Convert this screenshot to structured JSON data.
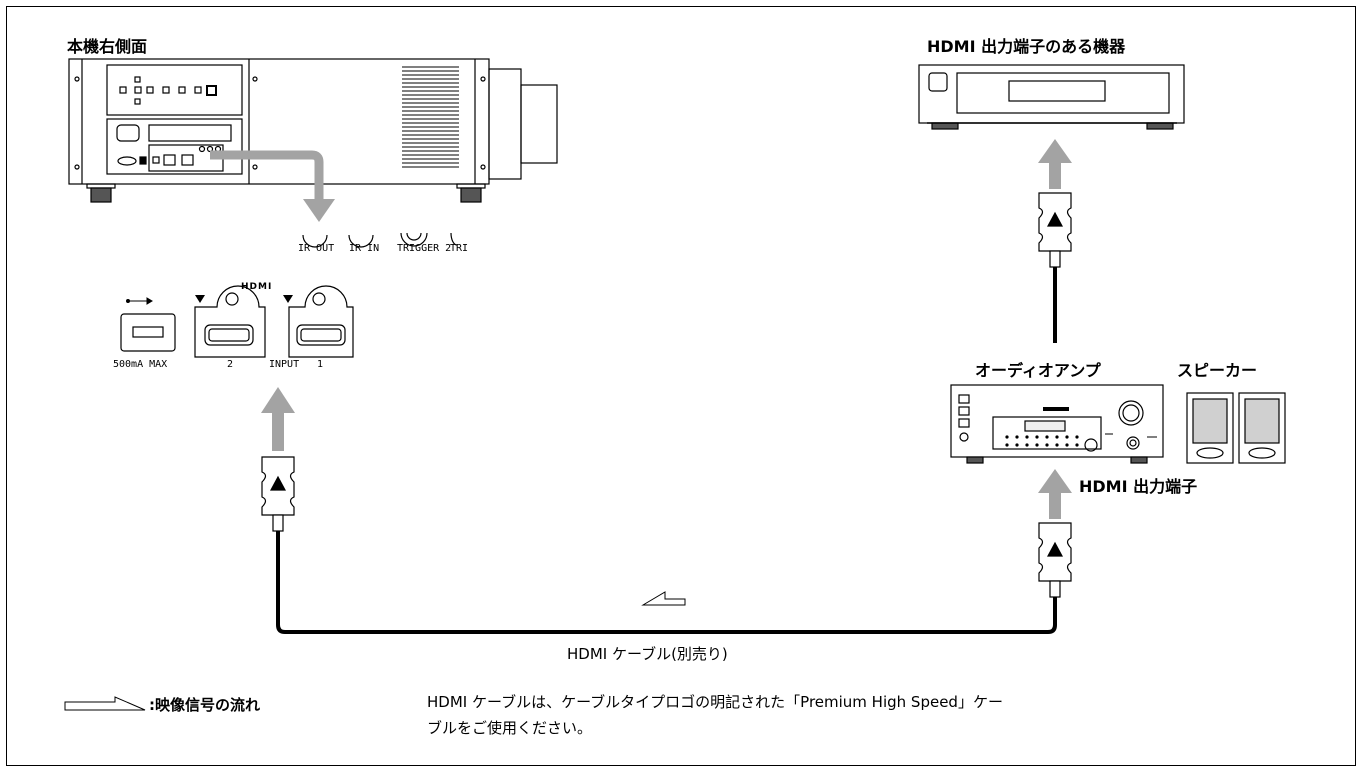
{
  "labels": {
    "projector_side": "本機右側面",
    "hdmi_device": "HDMI 出力端子のある機器",
    "av_amp": "オーディオアンプ",
    "speaker": "スピーカー",
    "hdmi_out_port": "HDMI 出力端子",
    "cable": "HDMI ケーブル(別売り)"
  },
  "ports": {
    "ir_out": "IR OUT",
    "ir_in": "IR IN",
    "trigger2": "TRIGGER 2",
    "trigger_cut": "TRI",
    "usb": "500mA MAX",
    "hdmi2": "2",
    "input": "INPUT",
    "hdmi1": "1",
    "hdmi_logo": "HDMI"
  },
  "legend": {
    "signal_flow": ":映像信号の流れ"
  },
  "note": {
    "line1": "HDMI ケーブルは、ケーブルタイプロゴの明記された「Premium High Speed」ケー",
    "line2": "ブルをご使用ください。"
  }
}
